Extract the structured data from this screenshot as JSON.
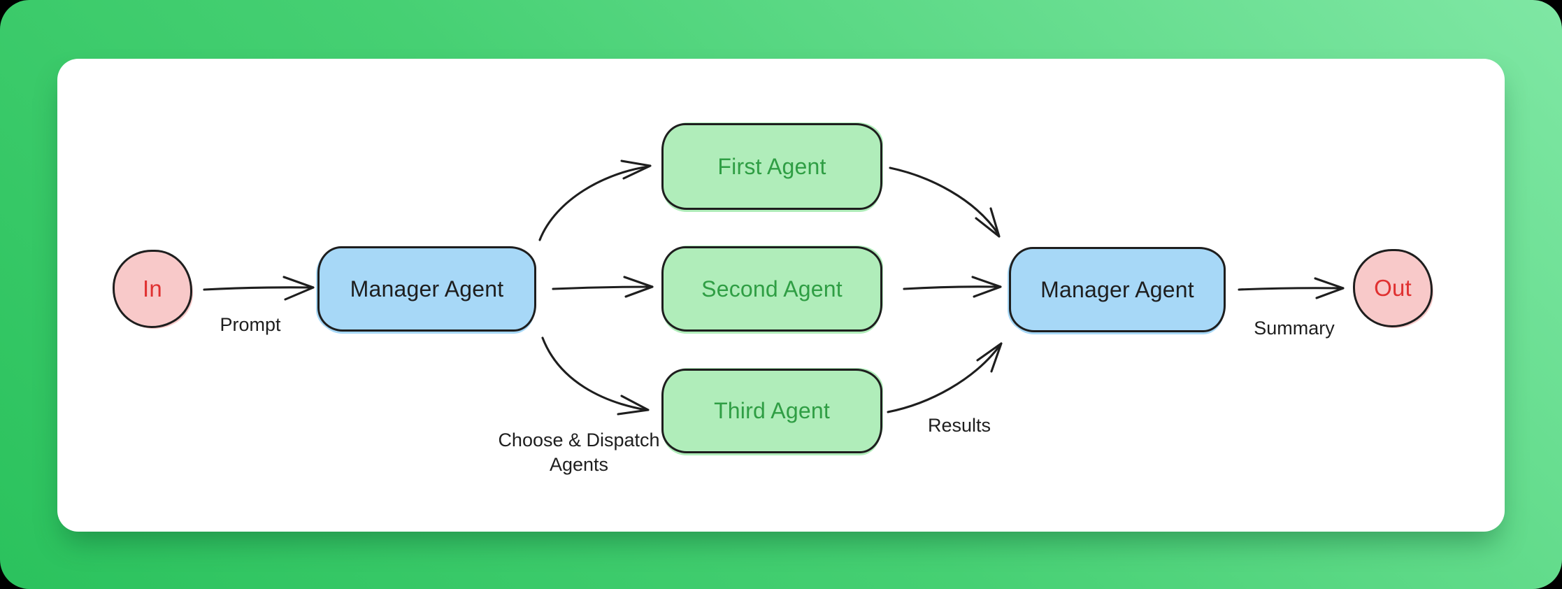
{
  "canvas": {
    "background_gradient_start": "#2bc25d",
    "background_gradient_end": "#7fe7a4",
    "card_color": "#ffffff",
    "stroke_color": "#1e1e1e"
  },
  "nodes": [
    {
      "id": "in",
      "label": "In",
      "shape": "circle",
      "fill": "#f8c9c9",
      "text_color": "#e03131"
    },
    {
      "id": "manager1",
      "label": "Manager Agent",
      "shape": "rectangle",
      "fill": "#a7d8f7",
      "text_color": "#1e1e1e"
    },
    {
      "id": "first",
      "label": "First Agent",
      "shape": "rectangle",
      "fill": "#b0edba",
      "text_color": "#2f9e44"
    },
    {
      "id": "second",
      "label": "Second Agent",
      "shape": "rectangle",
      "fill": "#b0edba",
      "text_color": "#2f9e44"
    },
    {
      "id": "third",
      "label": "Third Agent",
      "shape": "rectangle",
      "fill": "#b0edba",
      "text_color": "#2f9e44"
    },
    {
      "id": "manager2",
      "label": "Manager Agent",
      "shape": "rectangle",
      "fill": "#a7d8f7",
      "text_color": "#1e1e1e"
    },
    {
      "id": "out",
      "label": "Out",
      "shape": "circle",
      "fill": "#f8c9c9",
      "text_color": "#e03131"
    }
  ],
  "edge_labels": [
    {
      "id": "prompt",
      "text": "Prompt"
    },
    {
      "id": "dispatch",
      "text": "Choose & Dispatch Agents"
    },
    {
      "id": "results",
      "text": "Results"
    },
    {
      "id": "summary",
      "text": "Summary"
    }
  ]
}
